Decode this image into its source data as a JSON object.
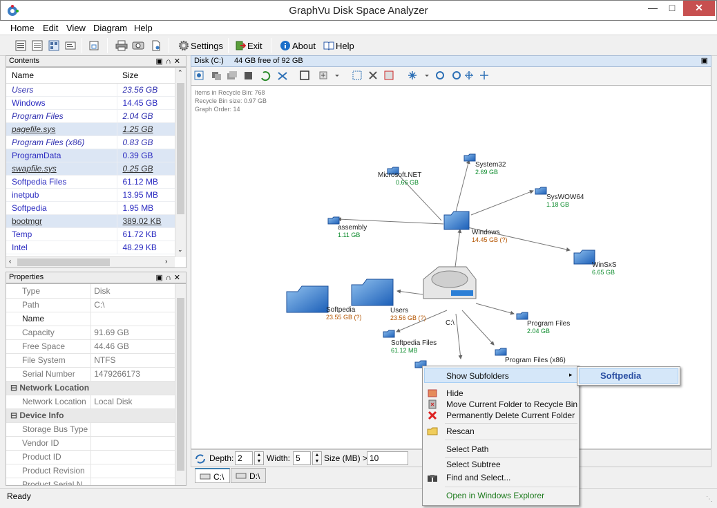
{
  "window": {
    "title": "GraphVu Disk Space Analyzer"
  },
  "menu": [
    "Home",
    "Edit",
    "View",
    "Diagram",
    "Help"
  ],
  "toolbar": {
    "settings": "Settings",
    "exit": "Exit",
    "about": "About",
    "help": "Help"
  },
  "contents": {
    "title": "Contents",
    "columns": [
      "Name",
      "Size"
    ],
    "rows": [
      {
        "name": "Users",
        "size": "23.56 GB"
      },
      {
        "name": "Windows",
        "size": "14.45 GB"
      },
      {
        "name": "Program Files",
        "size": "2.04 GB"
      },
      {
        "name": "pagefile.sys",
        "size": "1.25 GB"
      },
      {
        "name": "Program Files (x86)",
        "size": "0.83 GB"
      },
      {
        "name": "ProgramData",
        "size": "0.39 GB"
      },
      {
        "name": "swapfile.sys",
        "size": "0.25 GB"
      },
      {
        "name": "Softpedia Files",
        "size": "61.12 MB"
      },
      {
        "name": "inetpub",
        "size": "13.95 MB"
      },
      {
        "name": "Softpedia",
        "size": "1.95 MB"
      },
      {
        "name": "bootmgr",
        "size": "389.02 KB"
      },
      {
        "name": "Temp",
        "size": "61.72 KB"
      },
      {
        "name": "Intel",
        "size": "48.29 KB"
      }
    ]
  },
  "properties": {
    "title": "Properties",
    "rows": [
      {
        "k": "Type",
        "v": "Disk"
      },
      {
        "k": "Path",
        "v": "C:\\"
      },
      {
        "k": "Name",
        "v": ""
      },
      {
        "k": "Capacity",
        "v": "91.69 GB"
      },
      {
        "k": "Free Space",
        "v": "44.46 GB"
      },
      {
        "k": "File System",
        "v": "NTFS"
      },
      {
        "k": "Serial Number",
        "v": "1479266173"
      }
    ],
    "cat_network": "Network Location",
    "network_rows": [
      {
        "k": "Network Location",
        "v": "Local Disk"
      }
    ],
    "cat_device": "Device Info",
    "device_rows": [
      {
        "k": "Storage Bus Type",
        "v": ""
      },
      {
        "k": "Vendor ID",
        "v": ""
      },
      {
        "k": "Product ID",
        "v": ""
      },
      {
        "k": "Product Revision",
        "v": ""
      },
      {
        "k": "Product Serial N",
        "v": ""
      }
    ]
  },
  "diagram": {
    "header": "Disk (C:)     44 GB free of 92 GB",
    "stats": [
      "Items in Recycle Bin: 768",
      "Recycle Bin size: 0.97 GB",
      "Graph Order: 14"
    ],
    "root": "C:\\",
    "nodes": [
      {
        "name": "Microsoft.NET",
        "size": "0.66 GB"
      },
      {
        "name": "System32",
        "size": "2.69 GB"
      },
      {
        "name": "SysWOW64",
        "size": "1.18 GB"
      },
      {
        "name": "assembly",
        "size": "1.11 GB"
      },
      {
        "name": "Windows",
        "size": "14.45 GB (?)"
      },
      {
        "name": "WinSxS",
        "size": "6.65 GB"
      },
      {
        "name": "Softpedia",
        "size": "23.55 GB (?)"
      },
      {
        "name": "Users",
        "size": "23.56 GB (?)"
      },
      {
        "name": "Program Files",
        "size": "2.04 GB"
      },
      {
        "name": "Softpedia Files",
        "size": "61.12 MB"
      },
      {
        "name": "Program Files (x86)",
        "size": ""
      }
    ]
  },
  "bottom": {
    "depth_label": "Depth:",
    "depth": "2",
    "width_label": "Width:",
    "width": "5",
    "size_label": "Size (MB) >",
    "size": "10"
  },
  "tabs": [
    "C:\\",
    "D:\\"
  ],
  "status": "Ready",
  "context_menu": {
    "items": [
      "Show Subfolders",
      "Hide",
      "Move Current Folder to Recycle Bin",
      "Permanently Delete Current Folder",
      "Rescan",
      "Select Path",
      "Select Subtree",
      "Find and Select...",
      "Open in Windows Explorer"
    ],
    "submenu": "Softpedia"
  }
}
